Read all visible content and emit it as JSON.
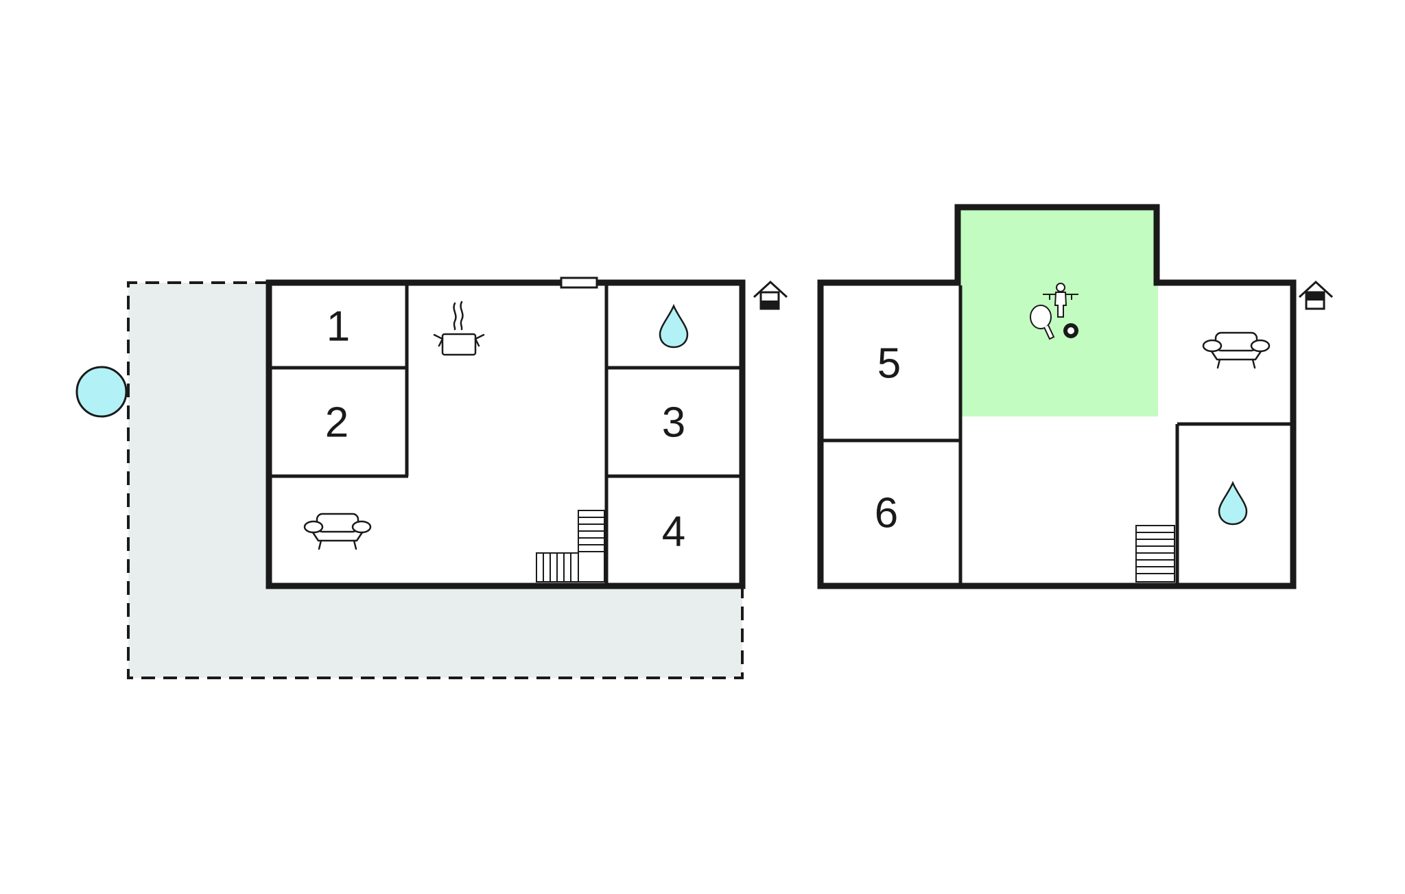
{
  "floors": [
    {
      "name": "",
      "rooms": [
        {
          "number": "1",
          "icon": "bedroom"
        },
        {
          "number": "2",
          "icon": "bedroom"
        },
        {
          "number": "3",
          "icon": "bedroom"
        },
        {
          "number": "4",
          "icon": "bedroom"
        }
      ],
      "icons": [
        "kitchen-pot-icon",
        "water-drop-icon",
        "sofa-icon",
        "stairs-icon",
        "floor-ground-icon"
      ]
    },
    {
      "name": "",
      "rooms": [
        {
          "number": "5",
          "icon": "bedroom"
        },
        {
          "number": "6",
          "icon": "bedroom"
        }
      ],
      "icons": [
        "games-room-icon",
        "sofa-icon",
        "water-drop-icon",
        "stairs-icon",
        "floor-upper-icon"
      ]
    }
  ],
  "colors": {
    "wall": "#1a1a1a",
    "terrace": "#e8eeee",
    "pool": "#b2f2f6",
    "water": "#b2f2f6",
    "games_room": "#c2fcc0"
  }
}
